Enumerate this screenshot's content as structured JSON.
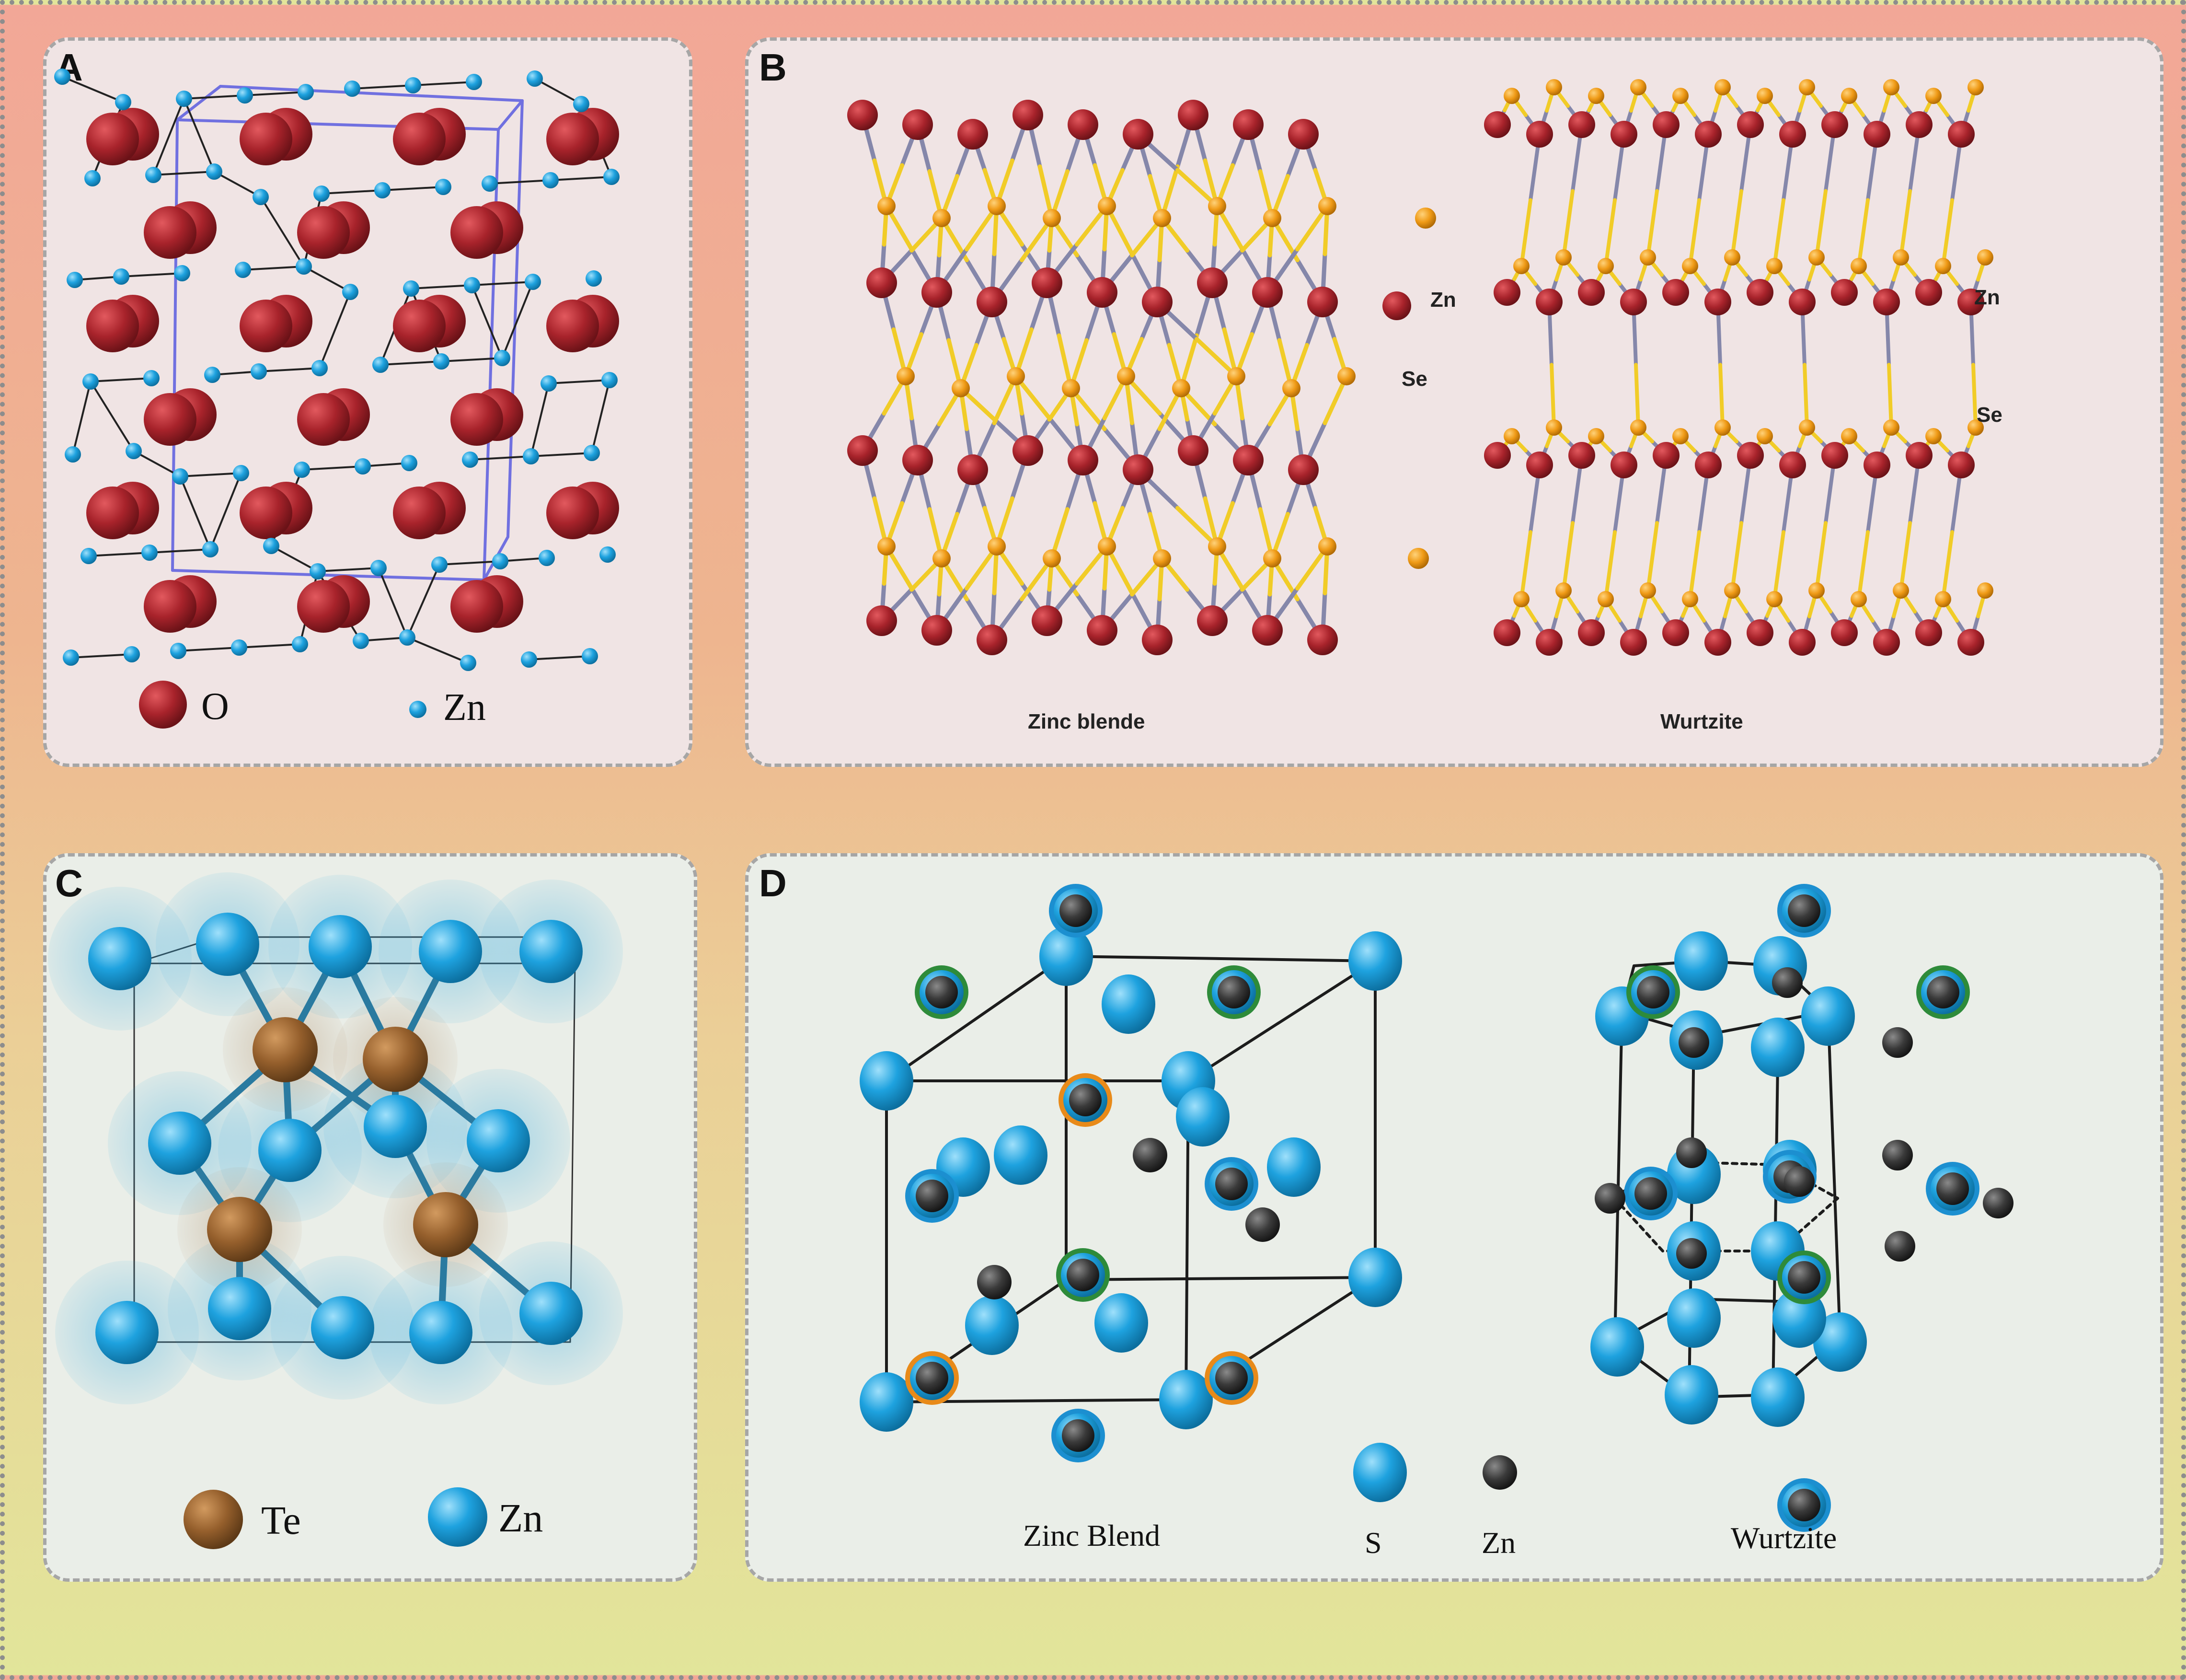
{
  "colors": {
    "oxygen": "#a8232b",
    "zinc_a": "#27a8db",
    "zinc_b": "#a5222a",
    "selenium": "#ef9a16",
    "bond_zn": "#8587aa",
    "bond_se": "#f1cc27",
    "tellurium": "#955f2c",
    "zinc_c": "#1ea2df",
    "sulfur": "#1d9fdc",
    "zinc_d": "#3a3a3a",
    "ring_orange": "#e88a19",
    "ring_green": "#2e8b3a",
    "cell_edge": "#7070e0"
  },
  "panels": [
    {
      "id": "A",
      "label": "A",
      "legend": [
        {
          "symbol": "O",
          "atom": "oxygen"
        },
        {
          "symbol": "Zn",
          "atom": "zinc"
        }
      ]
    },
    {
      "id": "B",
      "label": "B",
      "structures": [
        {
          "caption": "Zinc blende",
          "atom_labels": [
            "Zn",
            "Se"
          ]
        },
        {
          "caption": "Wurtzite",
          "atom_labels": [
            "Zn",
            "Se"
          ]
        }
      ]
    },
    {
      "id": "C",
      "label": "C",
      "legend": [
        {
          "symbol": "Te",
          "atom": "tellurium"
        },
        {
          "symbol": "Zn",
          "atom": "zinc"
        }
      ]
    },
    {
      "id": "D",
      "label": "D",
      "structures": [
        {
          "caption": "Zinc Blend"
        },
        {
          "caption": "Wurtzite"
        }
      ],
      "legend": [
        {
          "symbol": "S",
          "atom": "sulfur"
        },
        {
          "symbol": "Zn",
          "atom": "zinc"
        }
      ]
    }
  ]
}
